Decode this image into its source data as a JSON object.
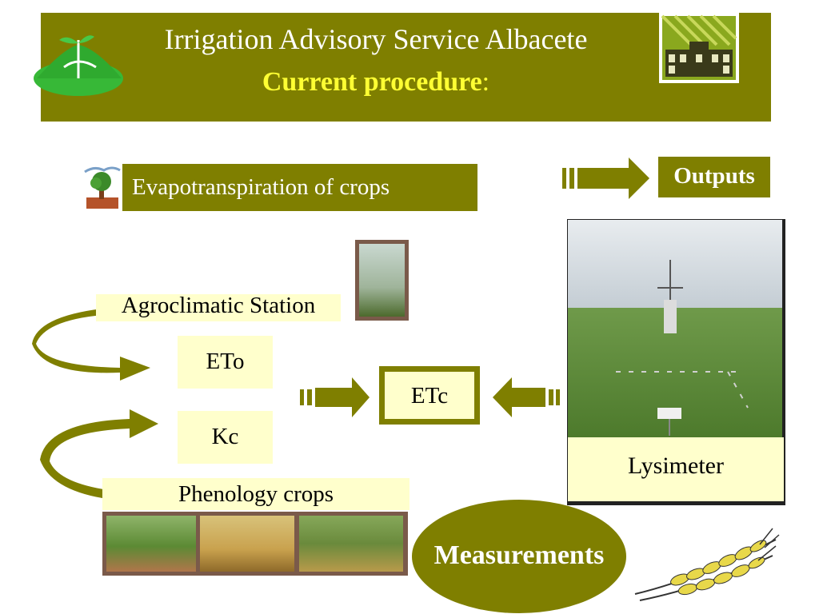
{
  "header": {
    "title": "Irrigation Advisory Service Albacete",
    "subtitle": "Current procedure",
    "subtitle_suffix": ":"
  },
  "labels": {
    "evapotranspiration": "Evapotranspiration of crops",
    "outputs": "Outputs",
    "agroclimatic_station": "Agroclimatic Station",
    "eto": "ETo",
    "kc": "Kc",
    "etc": "ETc",
    "phenology": "Phenology crops",
    "lysimeter": "Lysimeter",
    "measurements": "Measurements"
  },
  "icons": [
    "plant-logo-icon",
    "building-logo-icon",
    "tree-icon",
    "wheat-icon"
  ],
  "colors": {
    "olive": "#7f7f00",
    "cream": "#ffffcc",
    "title_white": "#ffffff",
    "subtitle_yellow": "#ffff33"
  }
}
